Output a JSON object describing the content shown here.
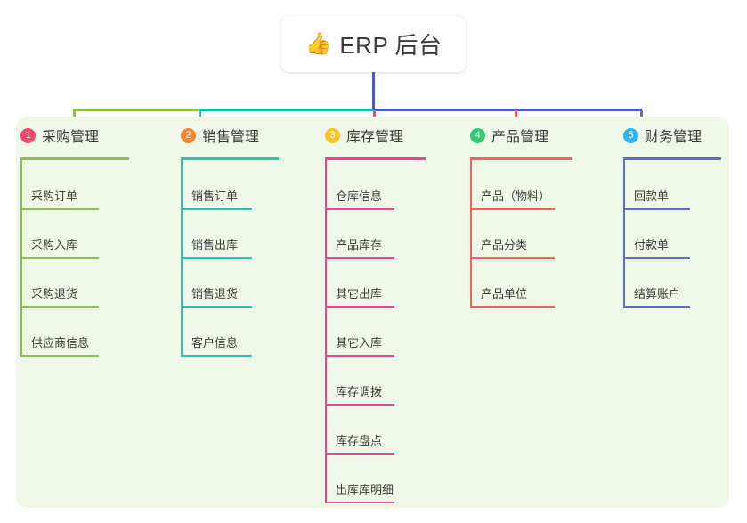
{
  "title": {
    "emoji": "👍",
    "icon_name": "thumbs-up-icon",
    "text": "ERP 后台"
  },
  "panel": {
    "background": "#eef7e8"
  },
  "connector": {
    "stem_color": "#4b5bc0",
    "bar_colors": [
      "#8bc34a",
      "#17b9a8",
      "#4b5bc0"
    ]
  },
  "columns": [
    {
      "number": "1",
      "title": "采购管理",
      "badge_color": "#f2496b",
      "line_color": "#8cc152",
      "items": [
        "采购订单",
        "采购入库",
        "采购退货",
        "供应商信息"
      ]
    },
    {
      "number": "2",
      "title": "销售管理",
      "badge_color": "#f58634",
      "line_color": "#2bc4b4",
      "items": [
        "销售订单",
        "销售出库",
        "销售退货",
        "客户信息"
      ]
    },
    {
      "number": "3",
      "title": "库存管理",
      "badge_color": "#f7c325",
      "line_color": "#e8468f",
      "items": [
        "仓库信息",
        "产品库存",
        "其它出库",
        "其它入库",
        "库存调拨",
        "库存盘点",
        "出库库明细"
      ]
    },
    {
      "number": "4",
      "title": "产品管理",
      "badge_color": "#2ecc71",
      "line_color": "#f2635e",
      "items": [
        "产品（物料）",
        "产品分类",
        "产品单位"
      ]
    },
    {
      "number": "5",
      "title": "财务管理",
      "badge_color": "#29b6f6",
      "line_color": "#5b6fc9",
      "items": [
        "回款单",
        "付款单",
        "结算账户"
      ]
    }
  ]
}
